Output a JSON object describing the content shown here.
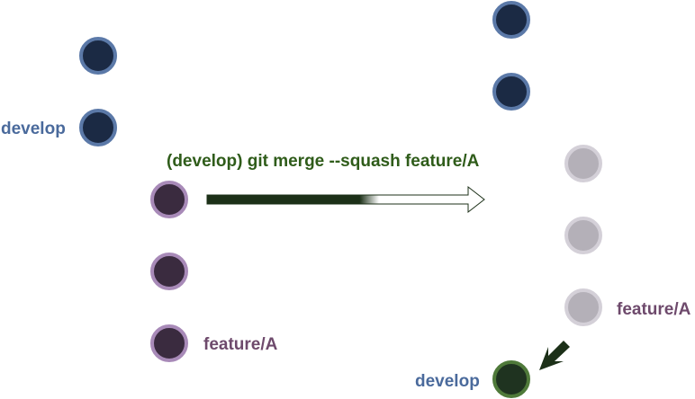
{
  "command": "(develop) git merge --squash feature/A",
  "labels": {
    "develop_before": "develop",
    "feature_before": "feature/A",
    "feature_after": "feature/A",
    "develop_after": "develop"
  },
  "colors": {
    "develop_fill": "#1b2a44",
    "develop_stroke": "#5b79a8",
    "develop_label": "#4a6a9c",
    "feature_fill": "#3a2b3f",
    "feature_stroke": "#a88ab8",
    "feature_label": "#6e4a6c",
    "ghost_fill": "#b4b0b8",
    "ghost_stroke": "#d4d0d8",
    "squash_fill": "#1f3320",
    "squash_stroke": "#4f7a3a",
    "command_text": "#2f5c1a",
    "arrow_dark": "#1c3018"
  }
}
